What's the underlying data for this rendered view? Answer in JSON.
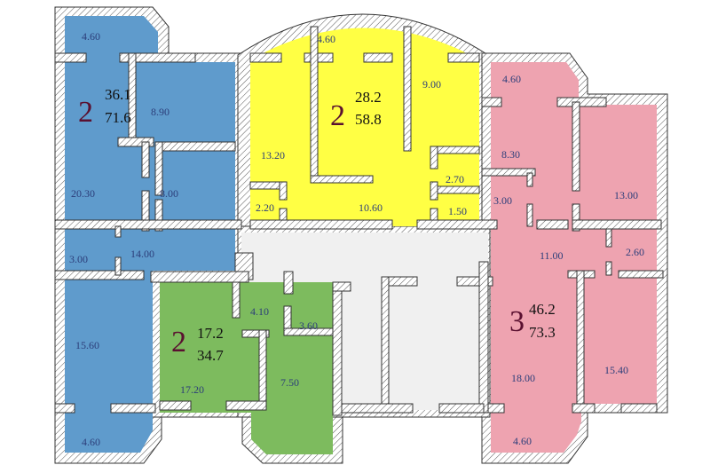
{
  "colors": {
    "blue": "#5f9bcc",
    "yellow": "#ffff44",
    "pink": "#eea3b0",
    "green": "#7dbb5e",
    "corridor": "#f0f0f0"
  },
  "apartments": {
    "blue": {
      "rooms": "2",
      "living": "36.1",
      "total": "71.6",
      "areas": [
        "4.60",
        "8.90",
        "20.30",
        "8.00",
        "3.00",
        "14.00",
        "15.60",
        "4.60"
      ]
    },
    "yellow": {
      "rooms": "2",
      "living": "28.2",
      "total": "58.8",
      "areas": [
        "4.60",
        "9.00",
        "13.20",
        "2.70",
        "2.20",
        "10.60",
        "1.50"
      ]
    },
    "pink": {
      "rooms": "3",
      "living": "46.2",
      "total": "73.3",
      "areas": [
        "4.60",
        "8.30",
        "13.00",
        "3.00",
        "11.00",
        "2.60",
        "18.00",
        "15.40",
        "4.60"
      ]
    },
    "green": {
      "rooms": "2",
      "living": "17.2",
      "total": "34.7",
      "areas": [
        "4.10",
        "3.60",
        "17.20",
        "7.50"
      ]
    }
  }
}
